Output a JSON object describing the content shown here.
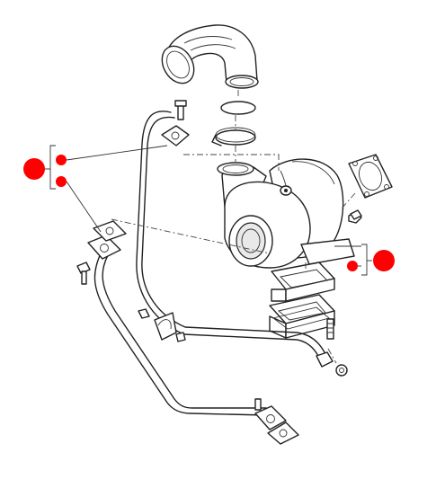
{
  "diagram": {
    "background": "#ffffff",
    "line_color": "#222222",
    "marker_color": "#ff0000"
  },
  "markers": [
    {
      "id": "marker-left-large",
      "kind": "callout-large"
    },
    {
      "id": "marker-left-small-1",
      "kind": "callout-small"
    },
    {
      "id": "marker-left-small-2",
      "kind": "callout-small"
    },
    {
      "id": "marker-right-large",
      "kind": "callout-large"
    },
    {
      "id": "marker-right-small",
      "kind": "callout-small"
    }
  ]
}
